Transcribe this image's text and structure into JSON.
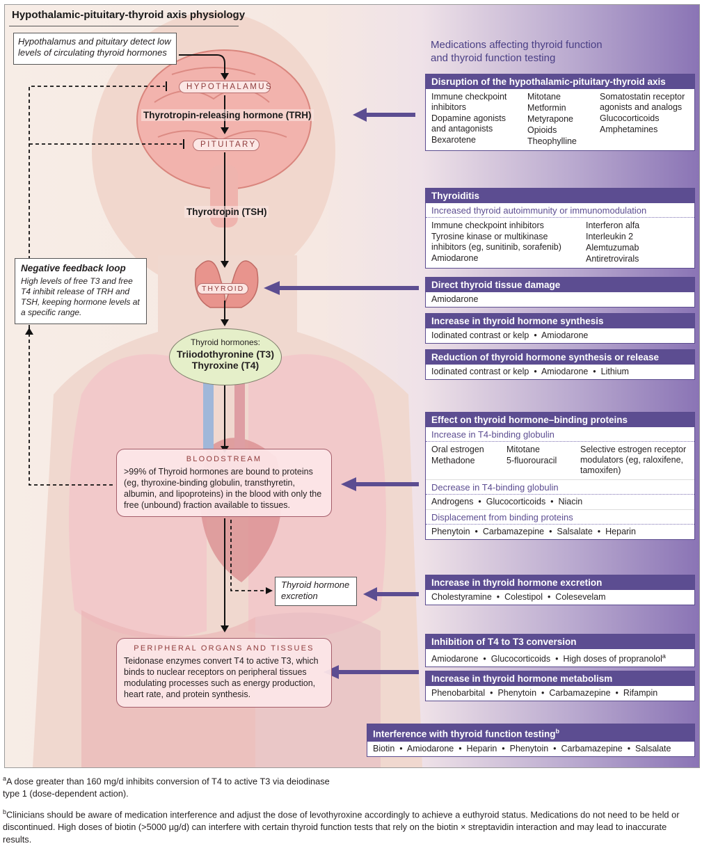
{
  "title": "Hypothalamic-pituitary-thyroid axis physiology",
  "detect_box": "Hypothalamus and pituitary detect low levels of circulating thyroid hormones",
  "organs": {
    "hypothalamus": "HYPOTHALAMUS",
    "pituitary": "PITUITARY",
    "thyroid": "THYROID"
  },
  "flow": {
    "trh": "Thyrotropin-releasing hormone (TRH)",
    "tsh": "Thyrotropin (TSH)"
  },
  "hormones": {
    "heading": "Thyroid hormones:",
    "t3": "Triiodothyronine (T3)",
    "t4": "Thyroxine (T4)"
  },
  "feedback": {
    "title": "Negative feedback loop",
    "text": "High levels of free T3 and free T4 inhibit release of TRH and TSH, keeping hormone levels at a specific range."
  },
  "bloodstream": {
    "label": "BLOODSTREAM",
    "text": ">99% of Thyroid hormones are bound to proteins (eg, thyroxine-binding globulin, transthyretin, albumin, and lipoproteins) in the blood with only the free (unbound) fraction available to tissues."
  },
  "excretion_box": "Thyroid hormone excretion",
  "peripheral": {
    "label": "PERIPHERAL ORGANS AND TISSUES",
    "text": "Teidonase enzymes convert T4 to active T3, which binds to nuclear receptors on peripheral tissues modulating processes such as energy production, heart rate, and protein synthesis."
  },
  "meds_title": "Medications affecting thyroid function and thyroid function testing",
  "disruption": {
    "title": "Disruption of the hypothalamic-pituitary-thyroid axis",
    "col1": [
      "Immune checkpoint inhibitors",
      "Dopamine agonists and antagonists",
      "Bexarotene"
    ],
    "col2": [
      "Mitotane",
      "Metformin",
      "Metyrapone",
      "Opioids",
      "Theophylline"
    ],
    "col3": [
      "Somatostatin receptor agonists and analogs",
      "Glucocorticoids",
      "Amphetamines"
    ]
  },
  "thyroiditis": {
    "title": "Thyroiditis",
    "subtitle": "Increased thyroid autoimmunity or immunomodulation",
    "col1": [
      "Immune checkpoint inhibitors",
      "Tyrosine kinase or multikinase inhibitors (eg, sunitinib, sorafenib)",
      "Amiodarone"
    ],
    "col2": [
      "Interferon alfa",
      "Interleukin 2",
      "Alemtuzumab",
      "Antiretrovirals"
    ]
  },
  "direct_damage": {
    "title": "Direct thyroid tissue damage",
    "items": [
      "Amiodarone"
    ]
  },
  "increase_synthesis": {
    "title": "Increase in thyroid hormone synthesis",
    "items": [
      "Iodinated contrast or kelp",
      "Amiodarone"
    ]
  },
  "reduction_synthesis": {
    "title": "Reduction of thyroid hormone synthesis or release",
    "items": [
      "Iodinated contrast or kelp",
      "Amiodarone",
      "Lithium"
    ]
  },
  "binding": {
    "title": "Effect on thyroid hormone–binding proteins",
    "increase_sub": "Increase in T4-binding globulin",
    "increase_col1": [
      "Oral estrogen",
      "Methadone"
    ],
    "increase_col2": [
      "Mitotane",
      "5-fluorouracil"
    ],
    "increase_col3": [
      "Selective estrogen receptor modulators (eg, raloxifene, tamoxifen)"
    ],
    "decrease_sub": "Decrease in T4-binding globulin",
    "decrease_items": [
      "Androgens",
      "Glucocorticoids",
      "Niacin"
    ],
    "displace_sub": "Displacement from binding proteins",
    "displace_items": [
      "Phenytoin",
      "Carbamazepine",
      "Salsalate",
      "Heparin"
    ]
  },
  "excretion": {
    "title": "Increase in thyroid hormone excretion",
    "items": [
      "Cholestyramine",
      "Colestipol",
      "Colesevelam"
    ]
  },
  "conversion": {
    "title": "Inhibition of T4 to T3 conversion",
    "items": [
      "Amiodarone",
      "Glucocorticoids",
      "High doses of propranolol"
    ],
    "note_marker": "a"
  },
  "metabolism": {
    "title": "Increase in thyroid hormone metabolism",
    "items": [
      "Phenobarbital",
      "Phenytoin",
      "Carbamazepine",
      "Rifampin"
    ]
  },
  "interference": {
    "title": "Interference with thyroid function testing",
    "note_marker": "b",
    "items": [
      "Biotin",
      "Amiodarone",
      "Heparin",
      "Phenytoin",
      "Carbamazepine",
      "Salsalate"
    ]
  },
  "footnotes": {
    "a": "A dose greater than 160 mg/d inhibits conversion of T4 to active T3 via deiodinase type 1 (dose-dependent action).",
    "b": "Clinicians should be aware of medication interference and adjust the dose of levothyroxine accordingly to achieve a euthyroid status. Medications do not need to be held or discontinued. High doses of biotin (>5000 μg/d) can interfere with certain thyroid function tests that rely on the biotin × streptavidin interaction and may lead to inaccurate results."
  },
  "colors": {
    "accent_purple": "#5c4d91",
    "organ_pink": "#f4c6c1",
    "hormone_green": "#e5efc9",
    "vessel_blue": "#9fb7d9"
  }
}
